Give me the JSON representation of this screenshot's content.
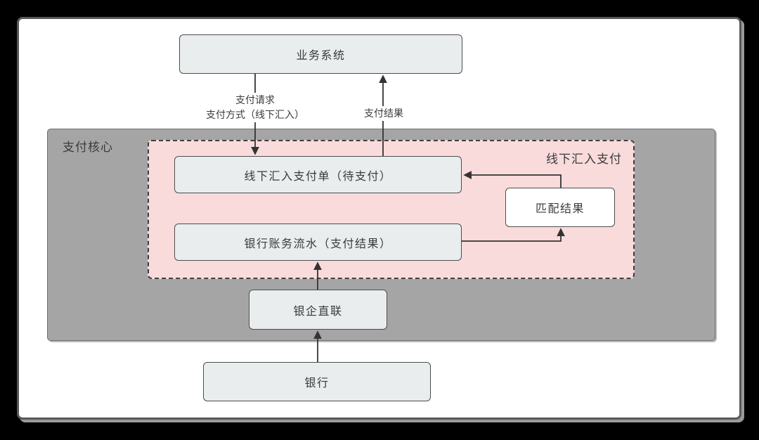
{
  "colors": {
    "canvas_bg": "#000000",
    "card_bg": "#ffffff",
    "card_border": "#585858",
    "node_fill": "#e9edee",
    "node_border": "#4d4d4d",
    "container_fill": "#a5a5a5",
    "container_border": "#707070",
    "highlight_fill": "#f9dbdc",
    "highlight_border": "#3f3f3f",
    "match_fill": "#ffffff",
    "line_color": "#333333",
    "text_color": "#3a3a3a"
  },
  "diagram": {
    "containers": {
      "payment_core": {
        "label": "支付核心"
      },
      "offline_remit_payment": {
        "label": "线下汇入支付"
      }
    },
    "nodes": {
      "business_system": {
        "label": "业务系统"
      },
      "offline_payment_order": {
        "label": "线下汇入支付单（待支付）"
      },
      "bank_statement_flow": {
        "label": "银行账务流水（支付结果）"
      },
      "match_result": {
        "label": "匹配结果"
      },
      "bank_direct_connect": {
        "label": "银企直联"
      },
      "bank": {
        "label": "银行"
      }
    },
    "edge_labels": {
      "payment_request_line1": "支付请求",
      "payment_request_line2": "支付方式（线下汇入）",
      "payment_result": "支付结果"
    }
  }
}
